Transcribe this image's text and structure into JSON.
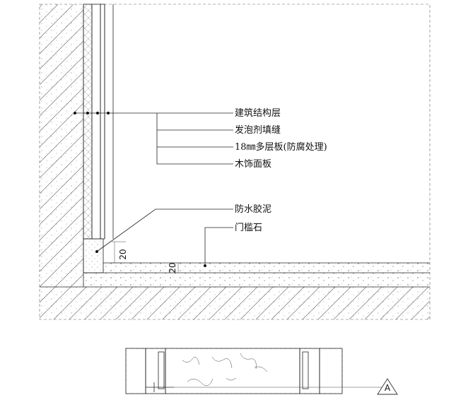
{
  "labels": {
    "structure": "建筑结构层",
    "foam": "发泡剂填缝",
    "plywood": "18㎜多层板(防腐处理)",
    "veneer": "木饰面板",
    "waterproof": "防水胶泥",
    "threshold": "门槛石"
  },
  "dimensions": {
    "vertical": "20",
    "horizontal": "20"
  },
  "section_mark": "A"
}
